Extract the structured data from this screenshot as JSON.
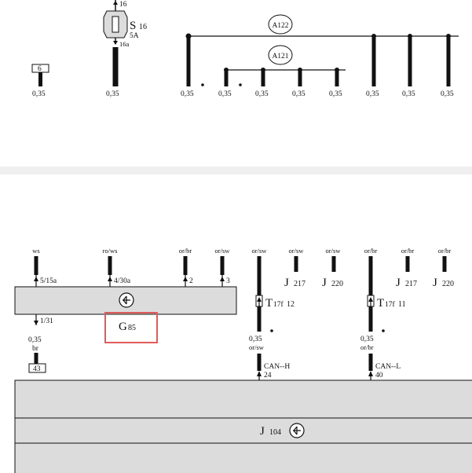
{
  "top_panel": {
    "fuse": {
      "id": "S",
      "sub": "16",
      "rating": "5A",
      "pin_top": "16",
      "pin_bottom": "16a"
    },
    "connector_6": "6",
    "bus_labels": {
      "upper": "A122",
      "lower": "A121"
    },
    "wire_sizes": [
      "0,35",
      "0,35",
      "0,35",
      "0,35",
      "0,35",
      "0,35",
      "0,35",
      "0,35",
      "0,35",
      "0,35"
    ]
  },
  "bottom_panel": {
    "wire_colors": [
      "ws",
      "ro/ws",
      "or/br",
      "or/sw",
      "or/sw",
      "or/sw",
      "or/sw",
      "or/br",
      "or/br",
      "or/br"
    ],
    "g85_pins": [
      "5/15a",
      "4/30a",
      "2",
      "3"
    ],
    "g85_ground_pin": "1/31",
    "g85_main": "G",
    "g85_sub": "85",
    "ground_wire_size": "0,35",
    "ground_wire_color": "br",
    "ground_connector": "43",
    "connectors": [
      {
        "main": "T",
        "sub": "17f",
        "pin": "12"
      },
      {
        "main": "T",
        "sub": "17f",
        "pin": "11"
      }
    ],
    "can_wires": [
      {
        "size": "0,35",
        "color": "or/sw",
        "label": "CAN--H",
        "pin": "24"
      },
      {
        "size": "0,35",
        "color": "or/br",
        "label": "CAN--L",
        "pin": "40"
      }
    ],
    "j_labels": [
      {
        "main": "J",
        "sub": "217"
      },
      {
        "main": "J",
        "sub": "220"
      },
      {
        "main": "J",
        "sub": "217"
      },
      {
        "main": "J",
        "sub": "220"
      }
    ],
    "module": {
      "main": "J",
      "sub": "104"
    }
  }
}
